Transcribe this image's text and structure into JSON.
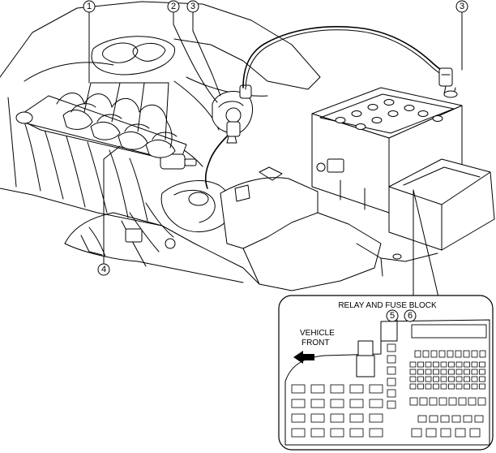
{
  "callouts": {
    "c1": "1",
    "c2": "2",
    "c3a": "3",
    "c3b": "3",
    "c4": "4",
    "c5": "5",
    "c6": "6"
  },
  "inset": {
    "title": "RELAY AND FUSE BLOCK",
    "direction_line1": "VEHICLE",
    "direction_line2": "FRONT",
    "direction_icon": "arrow-left-icon"
  }
}
